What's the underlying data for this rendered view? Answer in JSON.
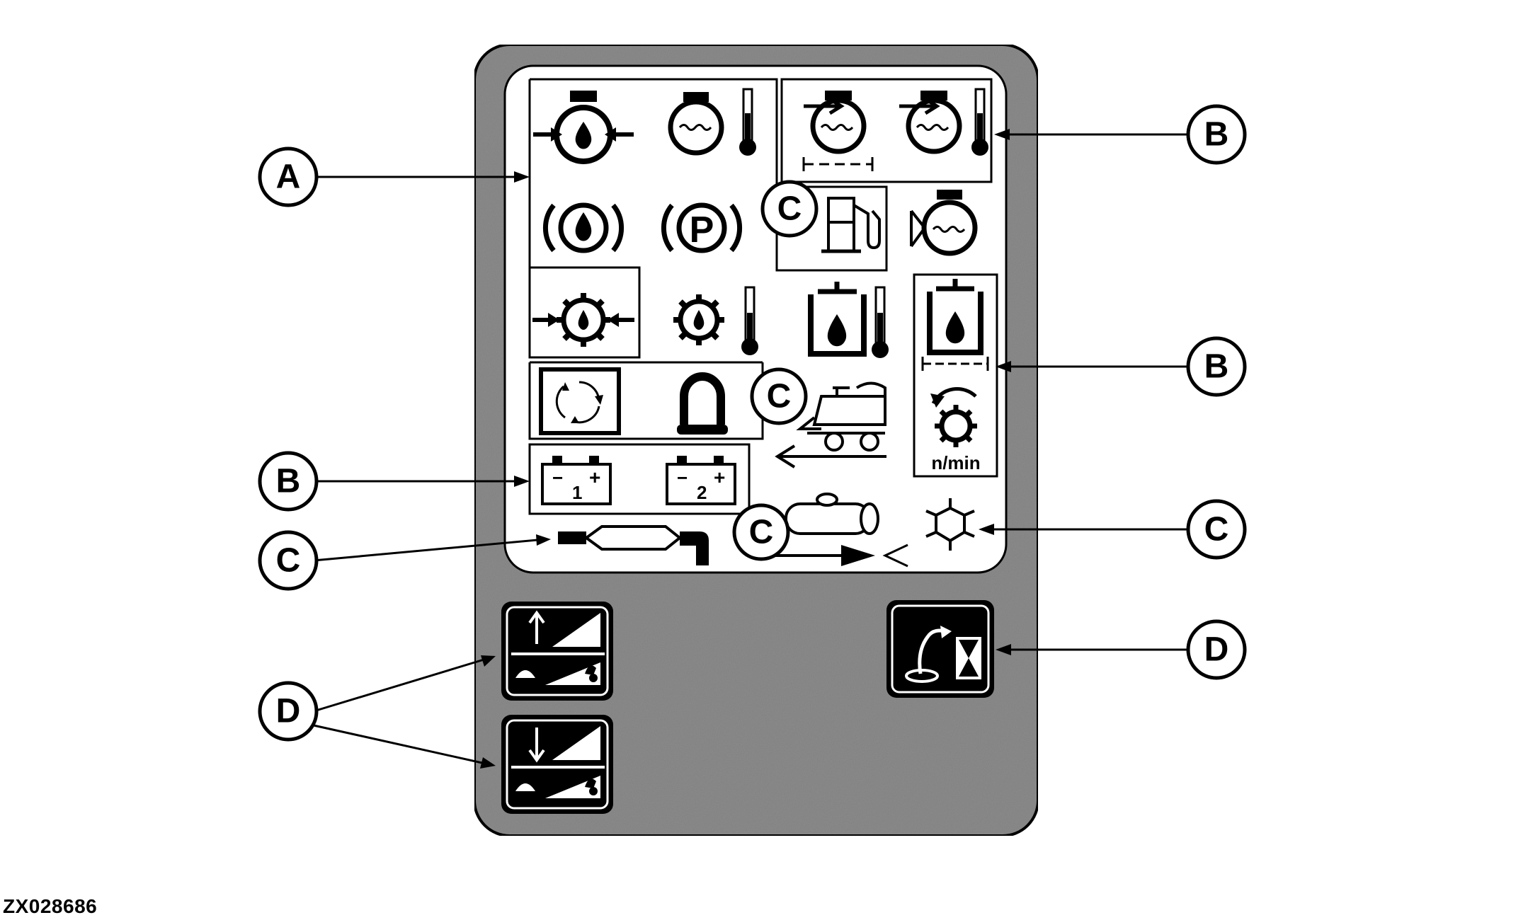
{
  "figure_id": "ZX028686",
  "callouts": {
    "a": "A",
    "b": "B",
    "c": "C",
    "d": "D"
  },
  "icon_text": {
    "parking": "P",
    "battery_1": "1",
    "battery_2": "2",
    "plus": "+",
    "minus": "−",
    "speed_unit": "n/min"
  },
  "colors": {
    "panel_gray": "#8c8c8c",
    "screen_white": "#ffffff",
    "ink": "#000000"
  }
}
